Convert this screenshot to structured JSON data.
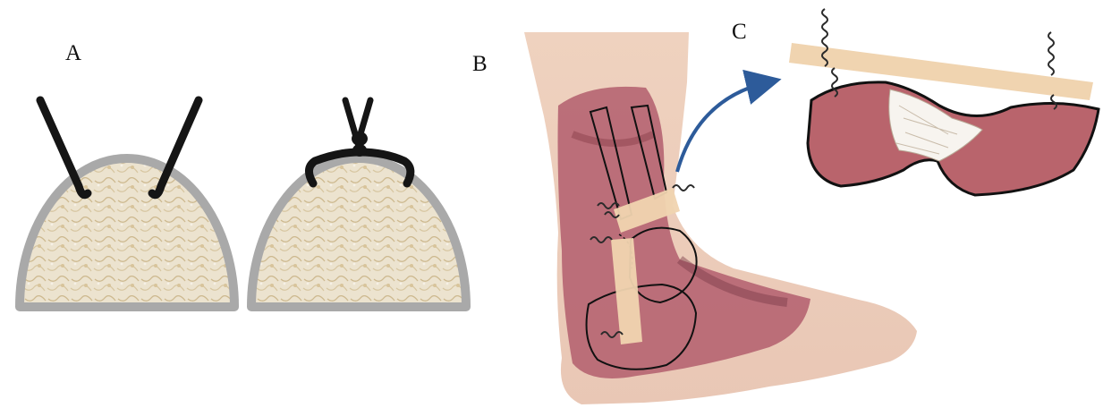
{
  "panels": {
    "a": {
      "label": "A"
    },
    "b": {
      "label": "B"
    },
    "c": {
      "label": "C"
    }
  },
  "colors": {
    "bone_fill": "#e9dfc9",
    "cortex": "#a9a9a9",
    "suture": "#151515",
    "tape": "#f0d4b0",
    "tissue": "#b9646c",
    "arrow": "#2d5b9a"
  }
}
